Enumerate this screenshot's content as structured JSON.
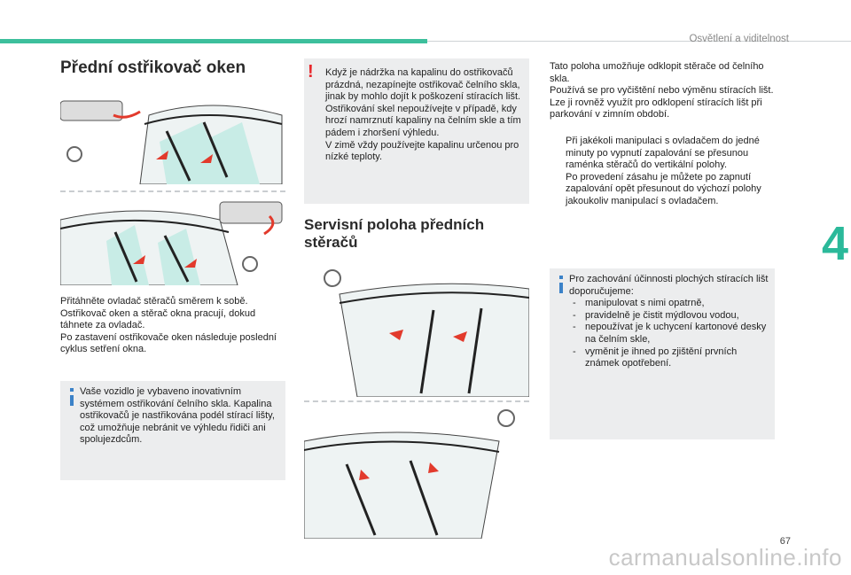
{
  "header": {
    "section": "Osvětlení a viditelnost",
    "chapter": "4"
  },
  "left": {
    "title": "Přední ostřikovač oken",
    "para": [
      "Přitáhněte ovladač stěračů směrem k sobě.",
      "Ostřikovač oken a stěrač okna pracují, dokud táhnete za ovladač.",
      "Po zastavení ostřikovače oken následuje poslední cyklus setření okna."
    ],
    "info": "Vaše vozidlo je vybaveno inovativním systémem ostřikování čelního skla. Kapalina ostřikovačů je nastřikována podél stírací lišty, což umožňuje nebránit ve výhledu řidiči ani spolujezdcům."
  },
  "middle": {
    "warning": [
      "Když je nádržka na kapalinu do ostřikovačů prázdná, nezapínejte ostřikovač čelního skla, jinak by mohlo dojít k poškození stíracích lišt.",
      "Ostřikování skel nepoužívejte v případě, kdy hrozí namrznutí kapaliny na čelním skle a tím pádem i zhoršení výhledu.",
      "V zimě vždy používejte kapalinu určenou pro nízké teploty."
    ],
    "title_line1": "Servisní poloha předních",
    "title_line2": "stěračů"
  },
  "right": {
    "para": [
      "Tato poloha umožňuje odklopit stěrače od čelního skla.",
      "Používá se pro vyčištění nebo výměnu stíracích lišt. Lze ji rovněž využít pro odklopení stíracích lišt při parkování v zimním období."
    ],
    "bullet_symbol": "",
    "bullets": [
      "Při jakékoli manipulaci s ovladačem do jedné minuty po vypnutí zapalování se přesunou raménka stěračů do vertikální polohy.",
      "Po provedení zásahu je můžete po zapnutí zapalování opět přesunout do výchozí polohy jakoukoliv manipulací s ovladačem."
    ],
    "info_intro": "Pro zachování účinnosti plochých stíracích lišt doporučujeme:",
    "info_items": [
      "manipulovat s nimi opatrně,",
      "pravidelně je čistit mýdlovou vodou,",
      "nepoužívat je k uchycení kartonové desky na čelním skle,",
      "vyměnit je ihned po zjištění prvních známek opotřebení."
    ],
    "dash": "-"
  },
  "footer": {
    "page": "67",
    "watermark": "carmanualsonline.info"
  },
  "colors": {
    "accent": "#3dbf9c",
    "warning": "#e8272b",
    "info": "#3b82c8",
    "box": "#ecedee",
    "arrow": "#e23a2c"
  },
  "icons": [
    "exclamation-icon",
    "info-icon",
    "steering-wheel-icon",
    "wiper-stalk-icon",
    "spray-arrow-icon"
  ]
}
